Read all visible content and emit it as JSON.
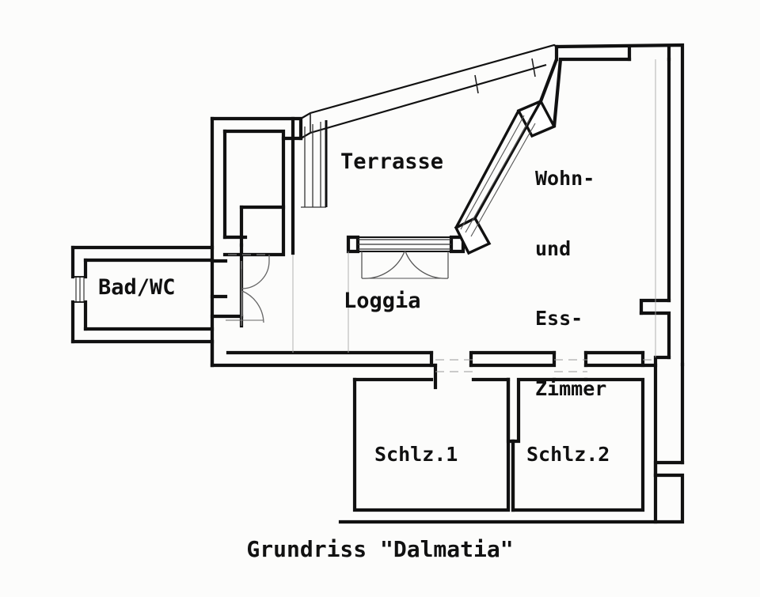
{
  "document": {
    "type": "architectural-floor-plan",
    "caption": "Grundriss \"Dalmatia\"",
    "background_color": "#fcfcfb",
    "line_color": "#111111",
    "thin_line_color": "#555555"
  },
  "rooms": {
    "terrasse": {
      "label": "Terrasse"
    },
    "wohn_ess": {
      "line1": "Wohn-",
      "line2": "und",
      "line3": "Ess-",
      "line4": "Zimmer"
    },
    "loggia": {
      "label": "Loggia"
    },
    "bad_wc": {
      "label": "Bad/WC"
    },
    "schlafzimmer_1": {
      "label": "Schlz.1"
    },
    "schlafzimmer_2": {
      "label": "Schlz.2"
    }
  },
  "features": {
    "window_left_bath": "window-symbol",
    "window_top_living": "window-symbol",
    "diagonal_glazing": "glazed-diagonal-wall",
    "terrace_railing": "diagonal-railing",
    "loggia_doors": "double-door-swing",
    "bath_doors": "door-swing-pair",
    "shaft": "stair-shaft"
  }
}
